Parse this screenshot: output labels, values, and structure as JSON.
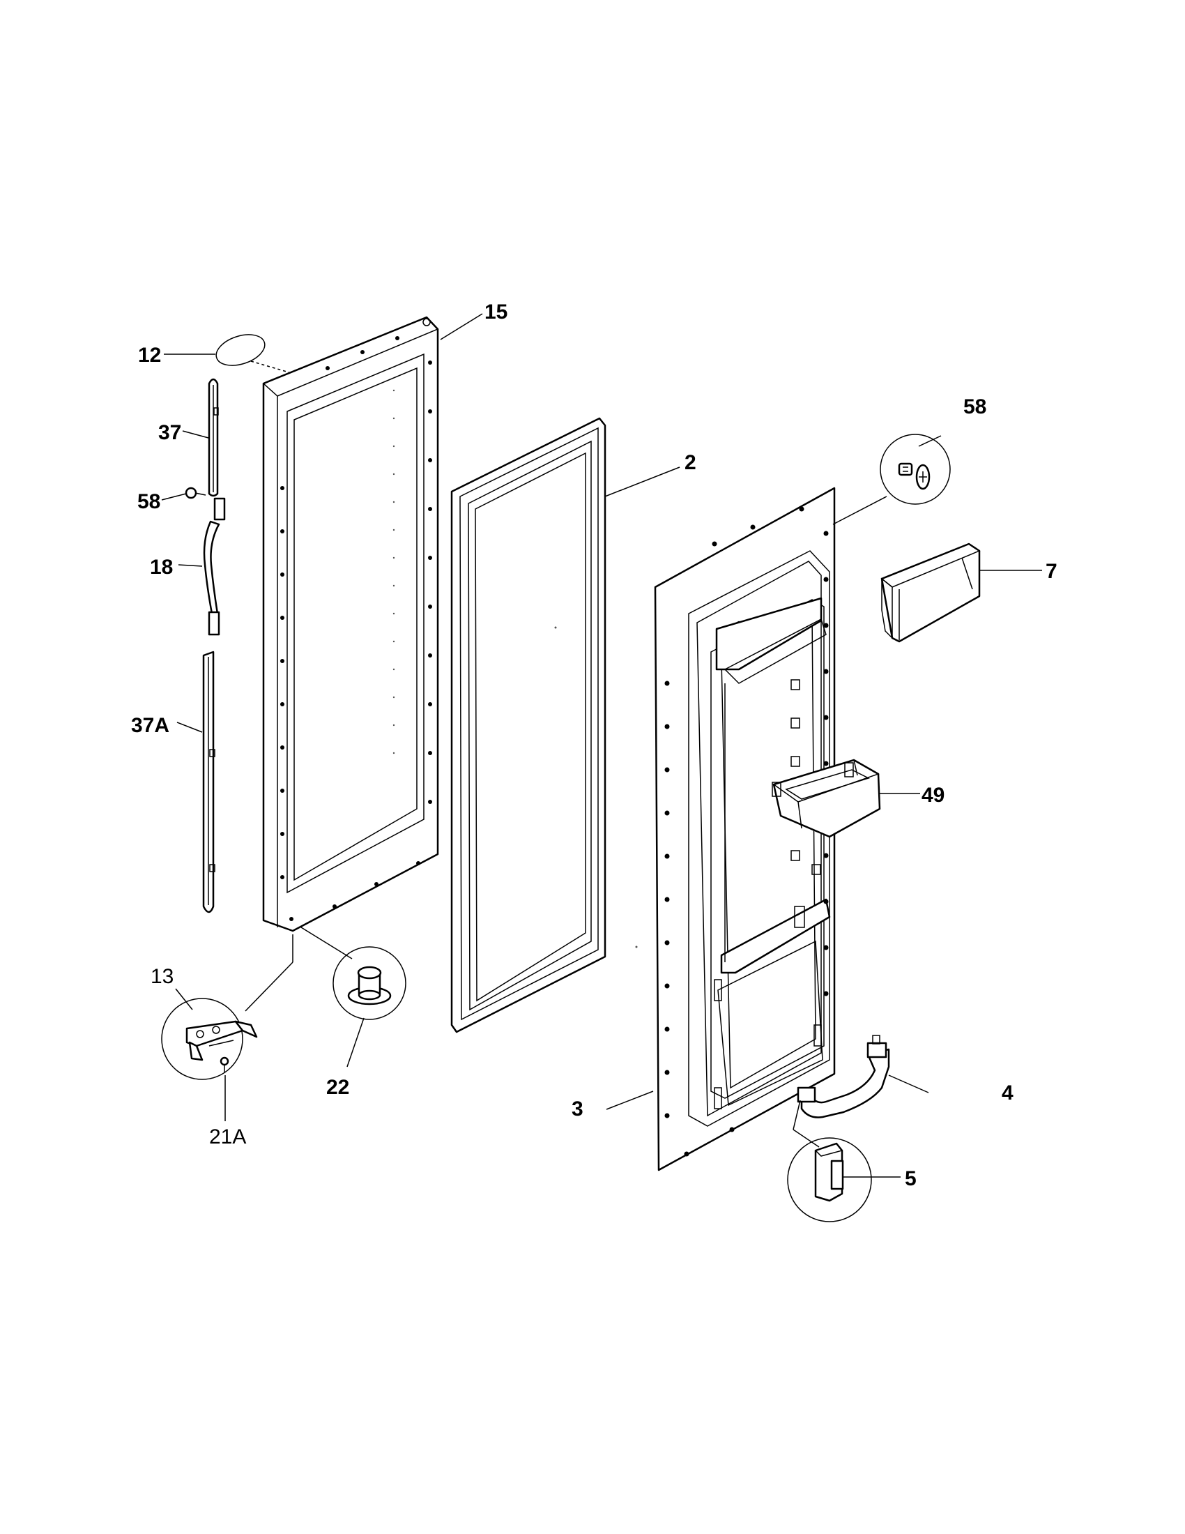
{
  "labels": {
    "p12": "12",
    "p15": "15",
    "p37": "37",
    "p58a": "58",
    "p18": "18",
    "p37A": "37A",
    "p2": "2",
    "p58b": "58",
    "p7": "7",
    "p49": "49",
    "p13": "13",
    "p21A": "21A",
    "p22": "22",
    "p3": "3",
    "p4": "4",
    "p5": "5"
  }
}
